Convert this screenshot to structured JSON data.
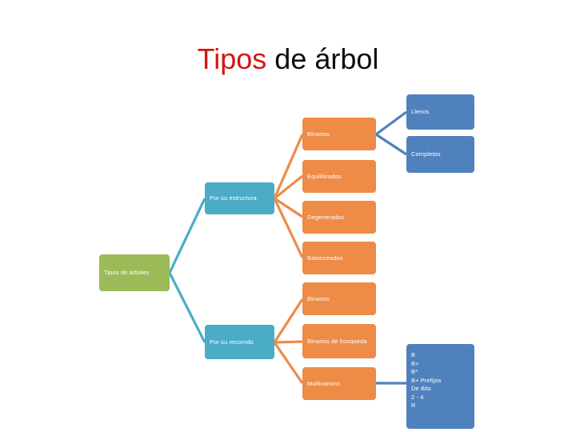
{
  "slide": {
    "title": {
      "accent_text": "Tipos",
      "rest_text": " de árbol",
      "accent_color": "#d41613",
      "rest_color": "#0d0d0d"
    },
    "palette": {
      "root_green": "#9bbb59",
      "branch_teal": "#4bacc6",
      "leaf_orange": "#ed8b47",
      "sub_blue": "#4f81bd",
      "background": "#ffffff"
    },
    "diagram": {
      "root": {
        "label": "Tipos de árboles"
      },
      "branches": [
        {
          "label": "Por su estructura"
        },
        {
          "label": "Por su recorrido"
        }
      ],
      "estructura_children": [
        {
          "label": "Binarios"
        },
        {
          "label": "Equilibrados"
        },
        {
          "label": "Degenerados"
        },
        {
          "label": "Balanceados"
        }
      ],
      "binarios_children": [
        {
          "label": "Llenos"
        },
        {
          "label": "Completos"
        }
      ],
      "recorrido_children": [
        {
          "label": "Binarios"
        },
        {
          "label": "Binarios de búsqueda"
        },
        {
          "label": "Multicamino"
        }
      ],
      "multicamino_list": {
        "items": [
          {
            "label": "B"
          },
          {
            "label": "B+"
          },
          {
            "label": "B*"
          },
          {
            "label": "B+ Prefijos"
          },
          {
            "label": "De Bits"
          },
          {
            "label": "2 - 4"
          },
          {
            "label": "R"
          }
        ]
      }
    }
  }
}
